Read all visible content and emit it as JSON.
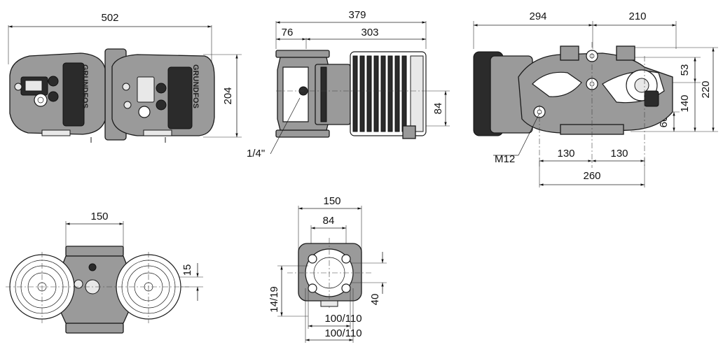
{
  "brand": {
    "logo_text": "GRUNDFOS"
  },
  "dimensions": {
    "top_view": {
      "overall_length": "502",
      "height": "204"
    },
    "side_view": {
      "overall_length": "379",
      "left_part": "76",
      "motor_length": "303",
      "axis_height": "84",
      "port_label": "1/4\""
    },
    "end_view": {
      "left_width": "294",
      "right_width": "210",
      "height_53": "53",
      "height_140": "140",
      "height_220": "220",
      "height_60": "60",
      "bolt_label": "M12",
      "offset_left": "130",
      "offset_right": "130",
      "base_width": "260"
    },
    "bottom_view": {
      "center_distance": "150",
      "offset": "15"
    },
    "flange_view": {
      "outer_width": "150",
      "inner_width": "84",
      "hole_size": "14/19",
      "height": "40",
      "bolt_circle_1": "100/110",
      "bolt_circle_2": "100/110"
    }
  }
}
